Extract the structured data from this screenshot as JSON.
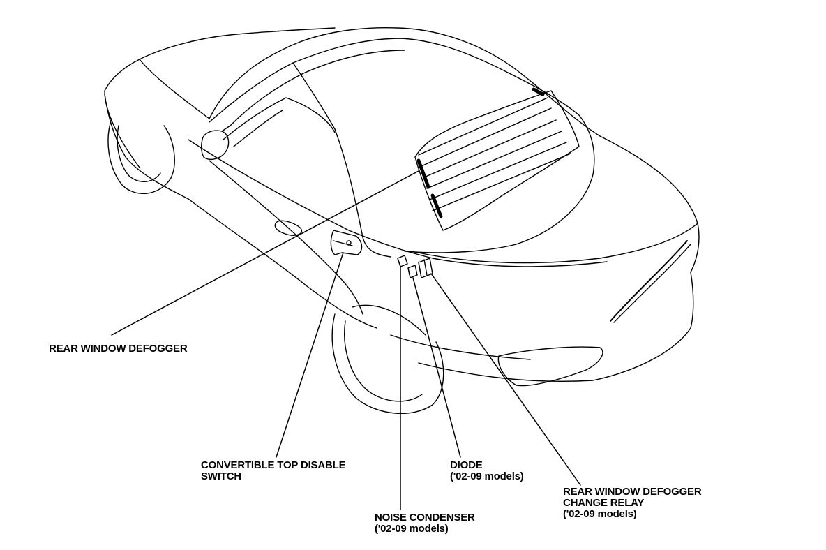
{
  "diagram": {
    "callouts": {
      "rear_window_defogger": {
        "line1": "REAR WINDOW DEFOGGER"
      },
      "convertible_top_disable_switch": {
        "line1": "CONVERTIBLE TOP DISABLE",
        "line2": "SWITCH"
      },
      "noise_condenser": {
        "line1": "NOISE CONDENSER",
        "line2": "('02-09 models)"
      },
      "diode": {
        "line1": "DIODE",
        "line2": "('02-09 models)"
      },
      "rear_window_defogger_change_relay": {
        "line1": "REAR WINDOW DEFOGGER",
        "line2": "CHANGE RELAY",
        "line3": "('02-09 models)"
      }
    }
  }
}
